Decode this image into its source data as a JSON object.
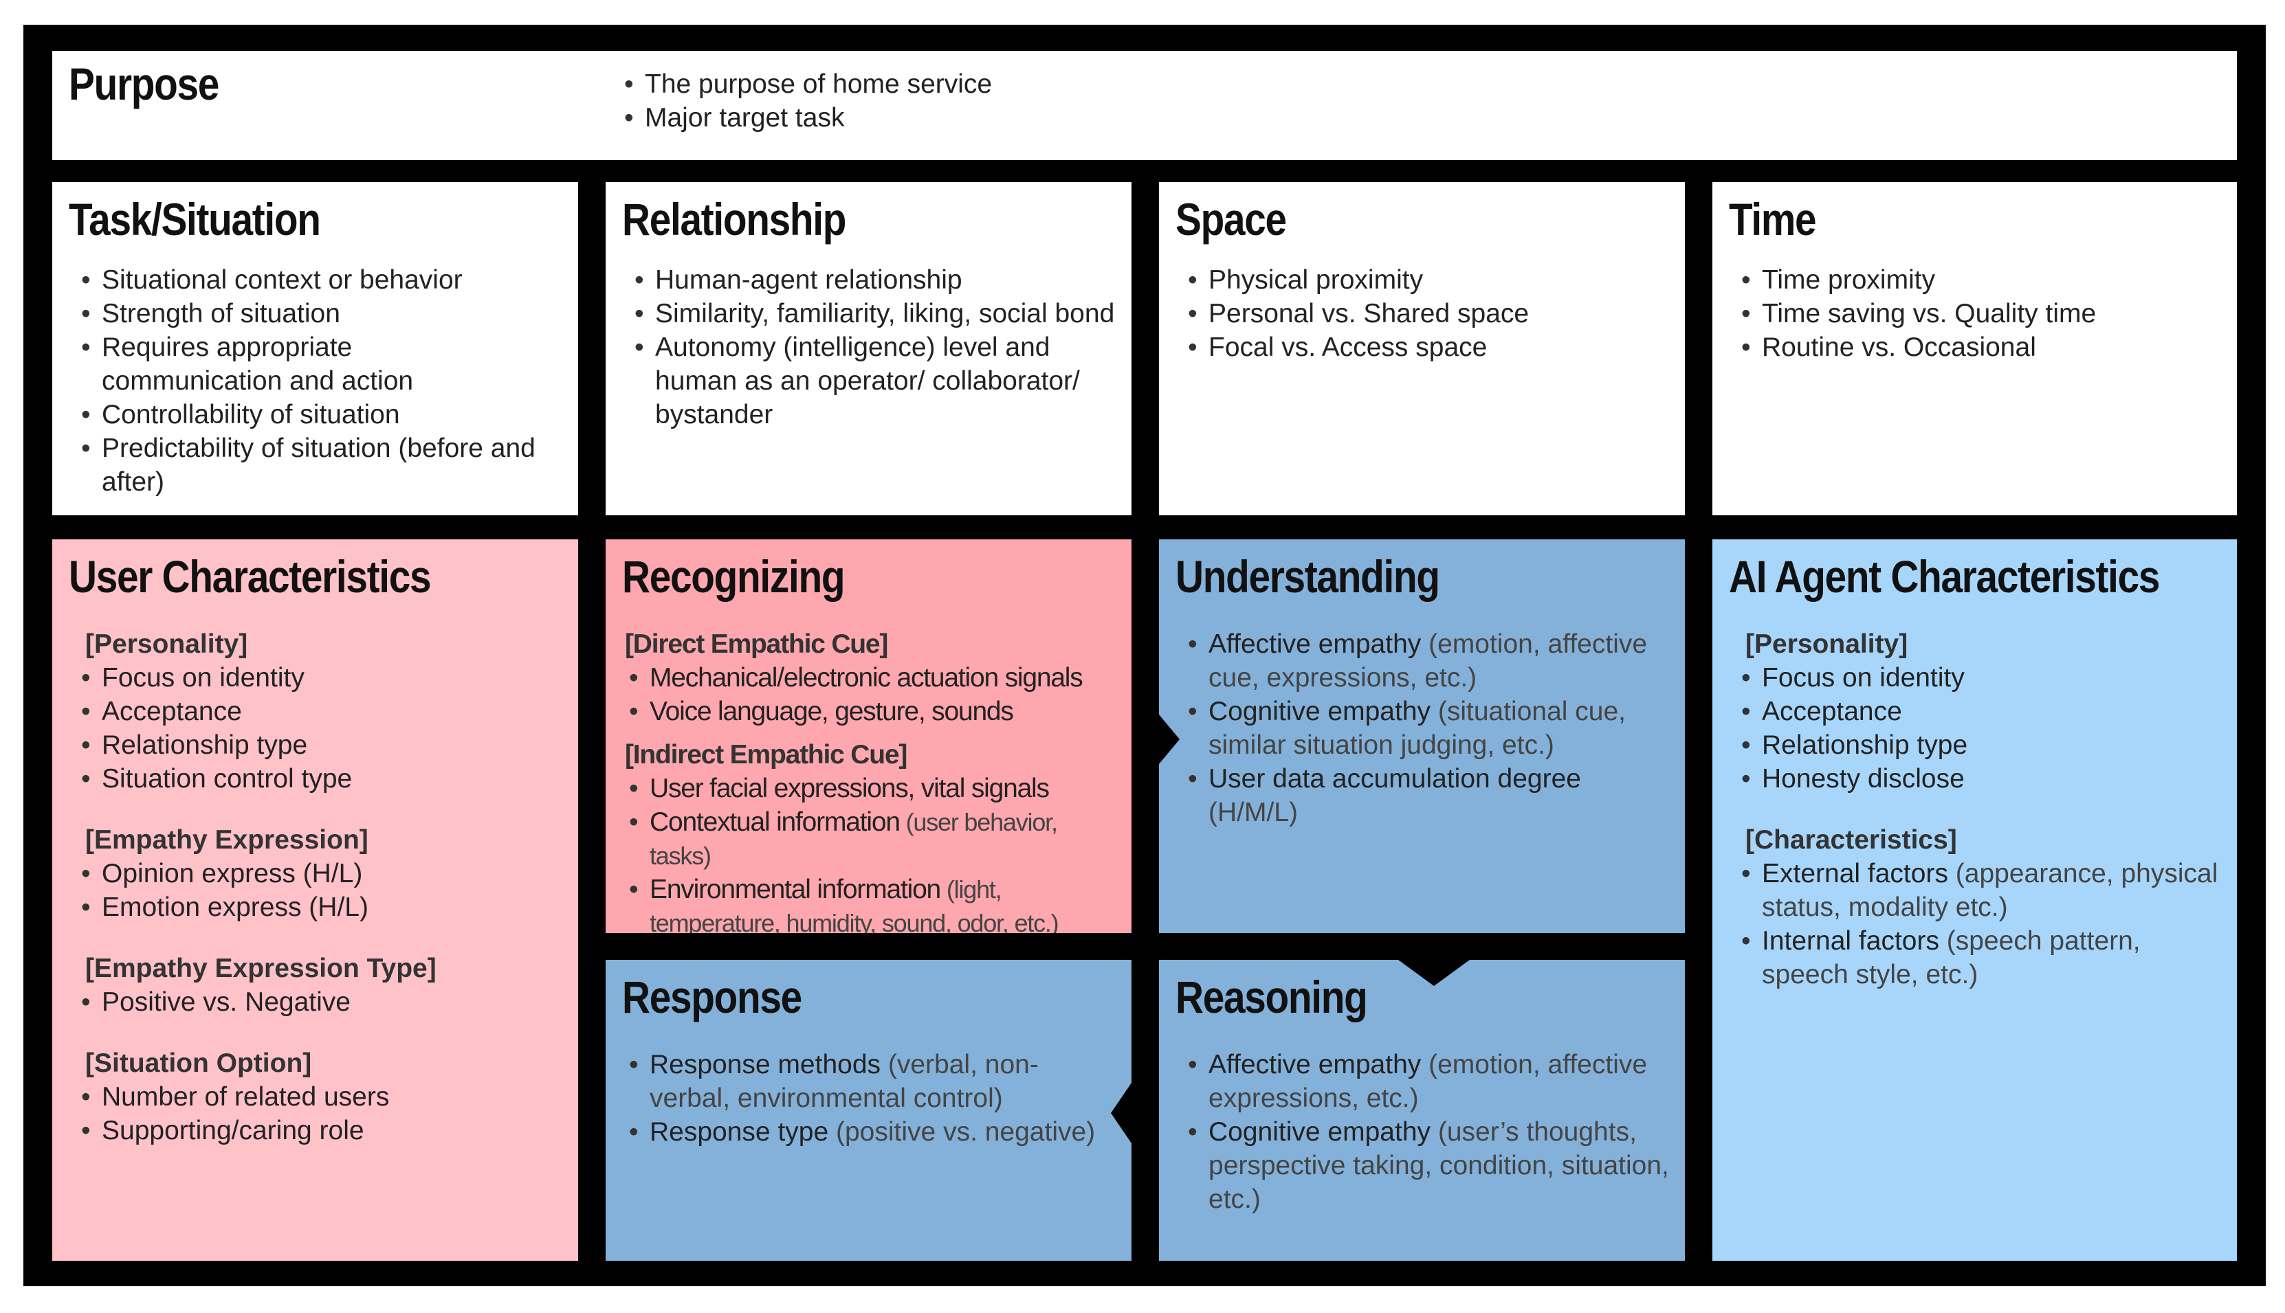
{
  "purpose": {
    "title": "Purpose",
    "items": [
      "The purpose of home service",
      "Major target task"
    ]
  },
  "task": {
    "title": "Task/Situation",
    "items": [
      "Situational context or behavior",
      "Strength of situation",
      "Requires appropriate communication and action",
      "Controllability of situation",
      "Predictability of situation (before and after)"
    ]
  },
  "relationship": {
    "title": "Relationship",
    "items": [
      "Human-agent relationship",
      "Similarity, familiarity, liking, social bond",
      "Autonomy (intelligence) level and human as an operator/ collaborator/ bystander"
    ]
  },
  "space": {
    "title": "Space",
    "items": [
      "Physical proximity",
      "Personal vs. Shared space",
      "Focal vs. Access space"
    ]
  },
  "time": {
    "title": "Time",
    "items": [
      "Time proximity",
      "Time saving vs. Quality time",
      "Routine vs. Occasional"
    ]
  },
  "user": {
    "title": "User Characteristics",
    "sections": [
      {
        "head": "[Personality]",
        "items": [
          "Focus on identity",
          "Acceptance",
          "Relationship type",
          "Situation control type"
        ]
      },
      {
        "head": "[Empathy Expression]",
        "items": [
          "Opinion express (H/L)",
          "Emotion express (H/L)"
        ]
      },
      {
        "head": "[Empathy Expression Type]",
        "items": [
          "Positive vs. Negative"
        ]
      },
      {
        "head": "[Situation Option]",
        "items": [
          "Number of related users",
          "Supporting/caring role"
        ]
      }
    ]
  },
  "recognizing": {
    "title": "Recognizing",
    "sections": [
      {
        "head": "[Direct Empathic Cue]",
        "items": [
          {
            "k": "Mechanical/electronic actuation signals",
            "d": ""
          },
          {
            "k": "Voice language, gesture, sounds",
            "d": ""
          }
        ]
      },
      {
        "head": "[Indirect Empathic Cue]",
        "items": [
          {
            "k": "User facial expressions, vital signals",
            "d": ""
          },
          {
            "k": "Contextual information",
            "d": " (user behavior, tasks)"
          },
          {
            "k": "Environmental information",
            "d": " (light, temperature, humidity, sound, odor, etc.)"
          }
        ]
      }
    ]
  },
  "understanding": {
    "title": "Understanding",
    "items": [
      {
        "k": "Affective empathy",
        "d": " (emotion, affective cue, expressions, etc.)"
      },
      {
        "k": "Cognitive empathy",
        "d": " (situational cue, similar situation judging, etc.)"
      },
      {
        "k": "User data accumulation degree",
        "d": " (H/M/L)"
      }
    ]
  },
  "response": {
    "title": "Response",
    "items": [
      {
        "k": "Response methods",
        "d": " (verbal, non-verbal, environmental control)"
      },
      {
        "k": "Response type",
        "d": " (positive vs. negative)"
      }
    ]
  },
  "reasoning": {
    "title": "Reasoning",
    "items": [
      {
        "k": "Affective empathy",
        "d": " (emotion, affective expressions, etc.)"
      },
      {
        "k": "Cognitive empathy",
        "d": " (user’s thoughts, perspective taking, condition, situation, etc.)"
      }
    ]
  },
  "agent": {
    "title": "AI Agent Characteristics",
    "sections": [
      {
        "head": "[Personality]",
        "items": [
          {
            "k": "Focus on identity",
            "d": ""
          },
          {
            "k": "Acceptance",
            "d": ""
          },
          {
            "k": "Relationship type",
            "d": ""
          },
          {
            "k": "Honesty disclose",
            "d": ""
          }
        ]
      },
      {
        "head": "[Characteristics]",
        "items": [
          {
            "k": "External factors",
            "d": " (appearance, physical status, modality etc.)"
          },
          {
            "k": "Internal factors",
            "d": " (speech pattern, speech style, etc.)"
          }
        ]
      }
    ]
  },
  "colors": {
    "frame": "#000000",
    "context": "#ffffff",
    "user": "#ffc2c9",
    "recognizing": "#fea7ae",
    "process": "#84b1d9",
    "agent": "#a8d6fb"
  }
}
